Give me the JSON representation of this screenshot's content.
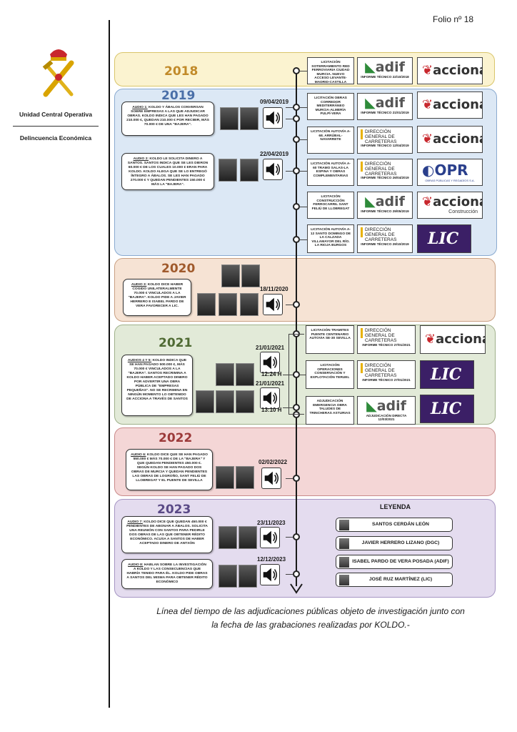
{
  "folio": "Folio nº 18",
  "org": {
    "line1": "Unidad Central Operativa",
    "line2": "Delincuencia Económica",
    "emblem_icon": "guardia-civil-emblem-icon"
  },
  "years": [
    "2018",
    "2019",
    "2020",
    "2021",
    "2022",
    "2023"
  ],
  "contracts": [
    {
      "text": "LICITACIÓN SOTERRAMIENTO RED FERROVIARIA CIUDAD MURCIA. NUEVO ACCESO LEVANTE-MADRID-CASTILLA"
    },
    {
      "text": "LICITACIÓN OBRAS CORREDOR MEDITERRÁNEO MURCIA-ALMERÍA PULPÍ-VERA"
    },
    {
      "text": "LICITACIÓN AUTOVÍA A-68. ARRÚBAL-NAVARRETE"
    },
    {
      "text": "LICITACIÓN AUTOVÍA A-60 TRAMO SALAS-LA ESPINA Y OBRAS COMPLEMENTARIAS"
    },
    {
      "text": "LICITACIÓN CONSTRUCCIÓN FERROCARRIL SANT FELIÚ DE LLOBREGAT"
    },
    {
      "text": "LICITACIÓN AUTOVÍA A-12 SANTO DOMINGO DE LA CALZADA VILLAMAYOR DEL RÍO. LA RIOJA BURGOS"
    },
    {
      "text": "LICITACIÓN TRAMITES PUENTE CENTENARIO AUTOVIA SE-30 SEVILLA"
    },
    {
      "text": "LICITACIÓN OPERACIONES CONSERVACIÓN Y EXPLOTACIÓN TERUEL"
    },
    {
      "text": "ADJUDICACIÓN EMERGENCIA OBRA TALUDES DE TRINCHERAS ASTURIAS"
    }
  ],
  "reports": [
    {
      "org": "adif",
      "label": "INFORME TÉCNICO 22/10/2018"
    },
    {
      "org": "adif",
      "label": "INFORME TÉCNICO 21/01/2019"
    },
    {
      "org": "DIRECCIÓN GENERAL DE CARRETERAS",
      "label": "INFORME TÉCNICO 12/04/2019"
    },
    {
      "org": "DIRECCIÓN GENERAL DE CARRETERAS",
      "label": "INFORME TÉCNICO 26/04/2019"
    },
    {
      "org": "adif",
      "label": "INFORME TÉCNICO 29/05/2019"
    },
    {
      "org": "DIRECCIÓN GENERAL DE CARRETERAS",
      "label": "INFORME TÉCNICO 29/10/2019"
    },
    {
      "org": "DIRECCIÓN GENERAL DE CARRETERAS",
      "label": "INFORME TÉCNICO 27/01/2021"
    },
    {
      "org": "DIRECCIÓN GENERAL DE CARRETERAS",
      "label": "INFORME TÉCNICO 27/01/2021"
    },
    {
      "org": "adif",
      "label": "ADJUDICACIÓN DIRECTA 12/03/2021"
    }
  ],
  "companies": [
    {
      "name": "acciona",
      "sub": ""
    },
    {
      "name": "acciona",
      "sub": ""
    },
    {
      "name": "acciona",
      "sub": ""
    },
    {
      "name": "OPR",
      "sub": "OBRAS PÚBLICAS Y REGADÍOS S.A."
    },
    {
      "name": "acciona",
      "sub": "Construcción"
    },
    {
      "name": "LIC",
      "sub": ""
    },
    {
      "name": "acciona",
      "sub": ""
    },
    {
      "name": "LIC",
      "sub": ""
    },
    {
      "name": "LIC",
      "sub": ""
    }
  ],
  "audios": [
    {
      "title": "AUDIO 1:",
      "text": "KOLDO Y ÁBALOS CONVERSAN SOBRE EMPRESAS A LAS QUE ADJUDICAR OBRAS. KOLDO INDICA QUE LES HAN PAGADO 210.000 €, QUEDAN 210.000 € POR RECIBIR, MÁS 70.000 € DE UNA \"BAJERA\".",
      "date": "09/04/2019",
      "time": ""
    },
    {
      "title": "AUDIO 2:",
      "text": "KOLDO LE SOLICITA DINERO A SANTOS. SANTOS INDICA QUE SE LES DIERON 60.000 € DE LOS CUALES 10.000 € ERAN PARA KOLDO. KOLDO ALEGA QUE SE LO ENTREGÓ ÍNTEGRO A ÁBALOS. SE LES HAN PAGADO 270.000 € Y QUEDAN PENDIENTES 150.000 € MÁS LA \"BAJERA\".",
      "date": "22/04/2019",
      "time": ""
    },
    {
      "title": "AUDIO 3:",
      "text": "KOLDO DICE HABER COGIDO UNILATERALMENTE 70.000 € VINCULADOS A LA \"BAJERA\". KOLDO PIDE A JAVIER HERRERO E ISABEL PARDO DE VERA FAVORECER A LIC.",
      "date": "18/11/2020",
      "time": ""
    },
    {
      "title": "AUDIOS 4 Y 5:",
      "text": "KOLDO INDICA QUE SE HAN PAGADO 500.000 €, MÁS 70.000 € VINCULADOS A LA \"BAJERA\". SANTOS RECRIMINA A KOLDO HABER ACEPTADO DINERO POR ADVERTIR UNA OBRA PÚBLICA DE \"EMPRESAS PEQUEÑAS\". NO SE RECRIMINA EN NINGÚN MOMENTO LO OBTENIDO DE ACCIONA A TRAVÉS DE SANTOS",
      "date": "21/01/2021",
      "time": "12:24 H",
      "date2": "21/01/2021",
      "time2": "13:10 H"
    },
    {
      "title": "AUDIO 6:",
      "text": "KOLDO DICE QUE SE HAN PAGADO 550.000 € MÁS 70.000 € DE LA \"BAJERA\" Y QUE QUEDAN PENDIENTES 450.000 €. SEGÚN KOLDO SE HAN PAGADO DOS OBRAS DE MURCIA Y QUEDAN PENDIENTES LAS OBRAS DE LOGROÑO, SANT FELIÚ DE LLOBREGAT Y EL PUENTE DE SEVILLA",
      "date": "02/02/2022",
      "time": ""
    },
    {
      "title": "AUDIO 7:",
      "text": "KOLDO DICE QUE QUEDAN 450.000 € PENDIENTES DE ABONAR A ÁBALOS. SOLICITA UNA REUNIÓN CON SANTOS PARA PEDIRLE DOS OBRAS DE LAS QUE OBTENER RÉDITO ECONÓMICO. ACUSA A SANTOS DE HABER ACEPTADO DINERO DE ANTXÓN",
      "date": "23/11/2023",
      "time": ""
    },
    {
      "title": "AUDIO 8:",
      "text": "HABLAN SOBRE LA INVESTIGACIÓN A KOLDO Y LAS CONSECUENCIAS QUE HABRÍA TENIDO PARA ÉL. KOLDO PIDE OBRAS A SANTOS DEL MISMA PARA OBTENER RÉDITO ECONÓMICO",
      "date": "12/12/2023",
      "time": ""
    }
  ],
  "legend": {
    "title": "LEYENDA",
    "items": [
      "SANTOS CERDÁN LEÓN",
      "JAVIER HERRERO LIZANO (DGC)",
      "ISABEL PARDO DE VERA POSADA (ADIF)",
      "JOSÉ RUZ MARTÍNEZ (LIC)"
    ]
  },
  "caption": {
    "line1": "Línea del tiempo de las adjudicaciones públicas objeto de investigación junto con",
    "line2": "la fecha de las grabaciones realizadas por KOLDO.-"
  },
  "colors": {
    "band2018": "#fbf3d0",
    "border2018": "#d9c56a",
    "band2019": "#dce8f5",
    "border2019": "#8aaad0",
    "band2020": "#f6e3d4",
    "border2020": "#c9a083",
    "band2021": "#e2ead8",
    "border2021": "#9fb08a",
    "band2022": "#f4d6d6",
    "border2022": "#c98a8a",
    "band2023": "#e4dcef",
    "border2023": "#a595c3",
    "acciona_red": "#c8272d",
    "adif_green": "#2e8b3a",
    "lic_purple": "#3b1f66"
  }
}
